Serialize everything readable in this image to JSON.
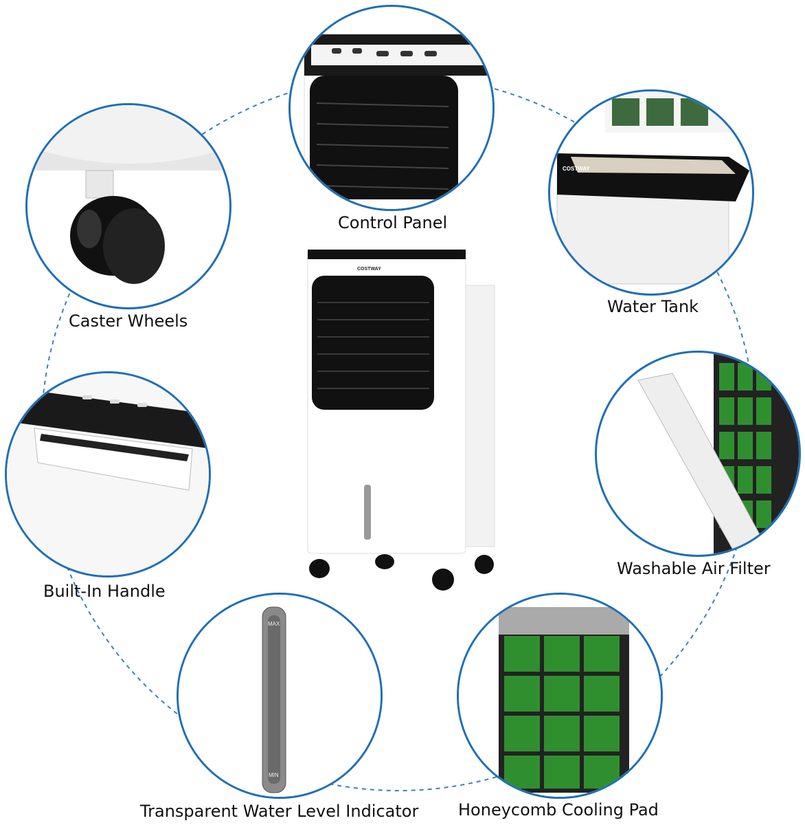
{
  "brand": {
    "logo_text": "COSTWAY"
  },
  "features": [
    {
      "label": "Control Panel"
    },
    {
      "label": "Caster Wheels"
    },
    {
      "label": "Water Tank"
    },
    {
      "label": "Built-In Handle"
    },
    {
      "label": "Washable Air Filter"
    },
    {
      "label": "Transparent Water Level Indicator"
    },
    {
      "label": "Honeycomb Cooling Pad"
    }
  ],
  "indicator": {
    "max_text": "MAX",
    "min_text": "MIN"
  },
  "colors": {
    "circle_border": "#1f6fb5",
    "dashed_line": "#3a7fc1",
    "pad_green": "#2f8f2f",
    "device_black": "#111111"
  }
}
